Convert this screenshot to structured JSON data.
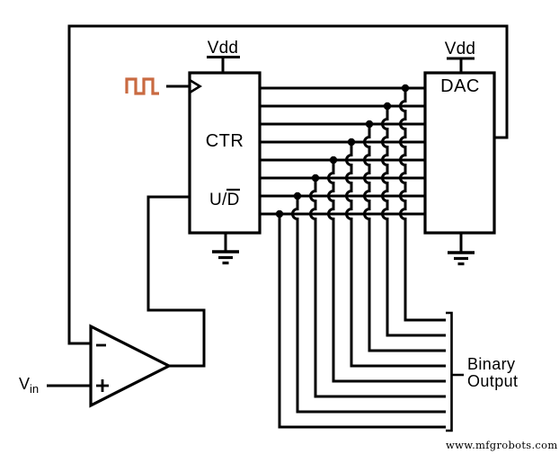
{
  "diagram": {
    "title_semantic": "tracking-adc-schematic",
    "bus_bits": 8,
    "labels": {
      "vdd_ctr": "Vdd",
      "vdd_dac": "Vdd",
      "ctr": "CTR",
      "ud_prefix": "U/",
      "ud_overlined": "D",
      "dac": "DAC",
      "binary_output": "Binary Output",
      "vin_base": "V",
      "vin_sub": "in",
      "comparator_inverting": "-",
      "comparator_noninverting": "+"
    },
    "watermark": "www.mfgrobots.com",
    "colors": {
      "wire": "#000000",
      "clock_waveform": "#c96a41",
      "background": "#ffffff"
    }
  }
}
